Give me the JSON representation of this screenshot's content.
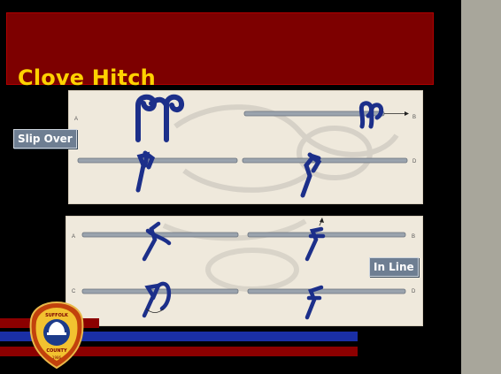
{
  "slide": {
    "title": "Clove Hitch",
    "labels": {
      "slip_over": "Slip Over",
      "in_line": "In Line"
    }
  },
  "diagram_top": {
    "letters": [
      "A",
      "B",
      "D"
    ]
  },
  "diagram_bottom": {
    "letters": [
      "A",
      "B",
      "C",
      "D"
    ]
  },
  "logo": {
    "text_top": "SUFFOLK",
    "text_bottom": "COUNTY",
    "badge": "1986"
  },
  "colors": {
    "background": "#000000",
    "title_box": "#7d0000",
    "title_text": "#ffd200",
    "rope": "#1c2f8a",
    "stripe_red": "#8c0000",
    "stripe_blue": "#1a2fa6",
    "side_bar": "#a8a69b",
    "label_bg": "#6e7e92"
  }
}
